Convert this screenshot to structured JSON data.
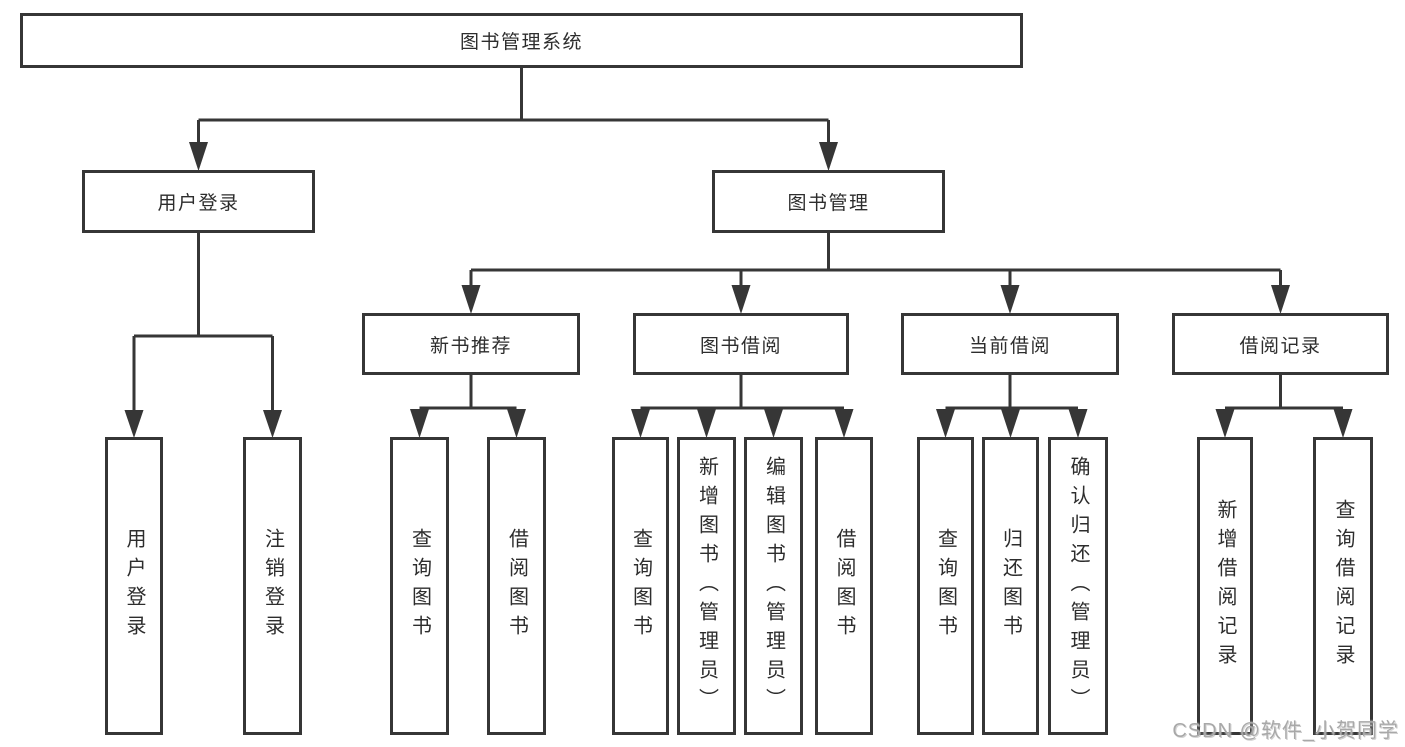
{
  "diagram_title": "图书管理系统",
  "tree": {
    "label": "图书管理系统",
    "children": [
      {
        "label": "用户登录",
        "children": [
          {
            "label": "用户登录"
          },
          {
            "label": "注销登录"
          }
        ]
      },
      {
        "label": "图书管理",
        "children": [
          {
            "label": "新书推荐",
            "children": [
              {
                "label": "查询图书"
              },
              {
                "label": "借阅图书"
              }
            ]
          },
          {
            "label": "图书借阅",
            "children": [
              {
                "label": "查询图书"
              },
              {
                "label": "新增图书（管理员）"
              },
              {
                "label": "编辑图书（管理员）"
              },
              {
                "label": "借阅图书"
              }
            ]
          },
          {
            "label": "当前借阅",
            "children": [
              {
                "label": "查询图书"
              },
              {
                "label": "归还图书"
              },
              {
                "label": "确认归还（管理员）"
              }
            ]
          },
          {
            "label": "借阅记录",
            "children": [
              {
                "label": "新增借阅记录"
              },
              {
                "label": "查询借阅记录"
              }
            ]
          }
        ]
      }
    ]
  },
  "watermark": {
    "text": "CSDN @软件_小贺同学"
  },
  "colors": {
    "line": "#363636",
    "text": "#2d2d2d",
    "watermark": "#a8a8a8",
    "background": "#ffffff"
  }
}
